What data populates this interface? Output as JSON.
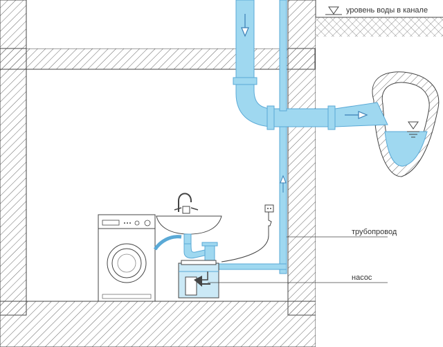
{
  "labels": {
    "water_level": "уровень воды в канале",
    "pipeline": "трубопровод",
    "pump": "насос"
  },
  "icons": {
    "down_arrow": "down-arrow-icon",
    "right_arrow": "right-arrow-icon",
    "up_arrow": "up-arrow-icon",
    "level_marker": "water-level-triangle-icon",
    "socket": "power-socket-icon"
  },
  "colors": {
    "water": "#9fd8f0",
    "water_stroke": "#5aa9d6",
    "wall_hatch": "#555555",
    "outline": "#444444"
  }
}
